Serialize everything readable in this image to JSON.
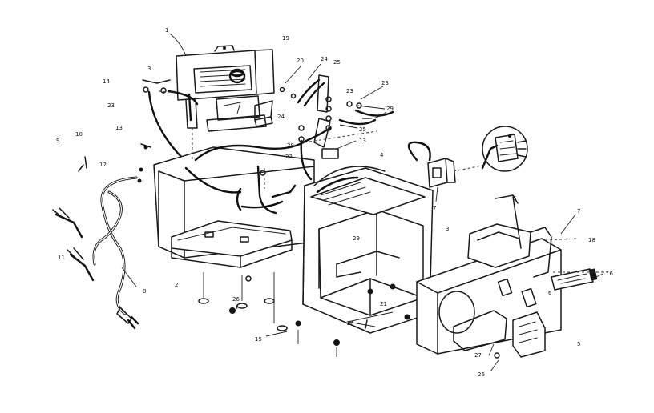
{
  "callouts": [
    {
      "id": "c1",
      "text": "1"
    },
    {
      "id": "c19",
      "text": "19"
    },
    {
      "id": "c20",
      "text": "20"
    },
    {
      "id": "c24a",
      "text": "24"
    },
    {
      "id": "c25a",
      "text": "25"
    },
    {
      "id": "c14",
      "text": "14"
    },
    {
      "id": "c23a",
      "text": "23"
    },
    {
      "id": "c23b",
      "text": "23"
    },
    {
      "id": "c3a",
      "text": "3"
    },
    {
      "id": "c13a",
      "text": "13"
    },
    {
      "id": "c9",
      "text": "9"
    },
    {
      "id": "c10",
      "text": "10"
    },
    {
      "id": "c12",
      "text": "12"
    },
    {
      "id": "c11",
      "text": "11"
    },
    {
      "id": "c8",
      "text": "8"
    },
    {
      "id": "c23c",
      "text": "23"
    },
    {
      "id": "c29a",
      "text": "29"
    },
    {
      "id": "c24b",
      "text": "24"
    },
    {
      "id": "c25b",
      "text": "25"
    },
    {
      "id": "c28",
      "text": "28"
    },
    {
      "id": "c13b",
      "text": "13"
    },
    {
      "id": "c22",
      "text": "22"
    },
    {
      "id": "c4",
      "text": "4"
    },
    {
      "id": "c7a",
      "text": "7"
    },
    {
      "id": "c3b",
      "text": "3"
    },
    {
      "id": "c5a",
      "text": "5"
    },
    {
      "id": "c7b",
      "text": "7"
    },
    {
      "id": "c18",
      "text": "18"
    },
    {
      "id": "c16",
      "text": "16"
    },
    {
      "id": "c6",
      "text": "6"
    },
    {
      "id": "c2",
      "text": "2"
    },
    {
      "id": "c29b",
      "text": "29"
    },
    {
      "id": "c26a",
      "text": "26"
    },
    {
      "id": "c21",
      "text": "21"
    },
    {
      "id": "c17",
      "text": "17"
    },
    {
      "id": "c15",
      "text": "15"
    },
    {
      "id": "c27",
      "text": "27"
    },
    {
      "id": "c26b",
      "text": "26"
    },
    {
      "id": "c5b",
      "text": "5"
    }
  ]
}
